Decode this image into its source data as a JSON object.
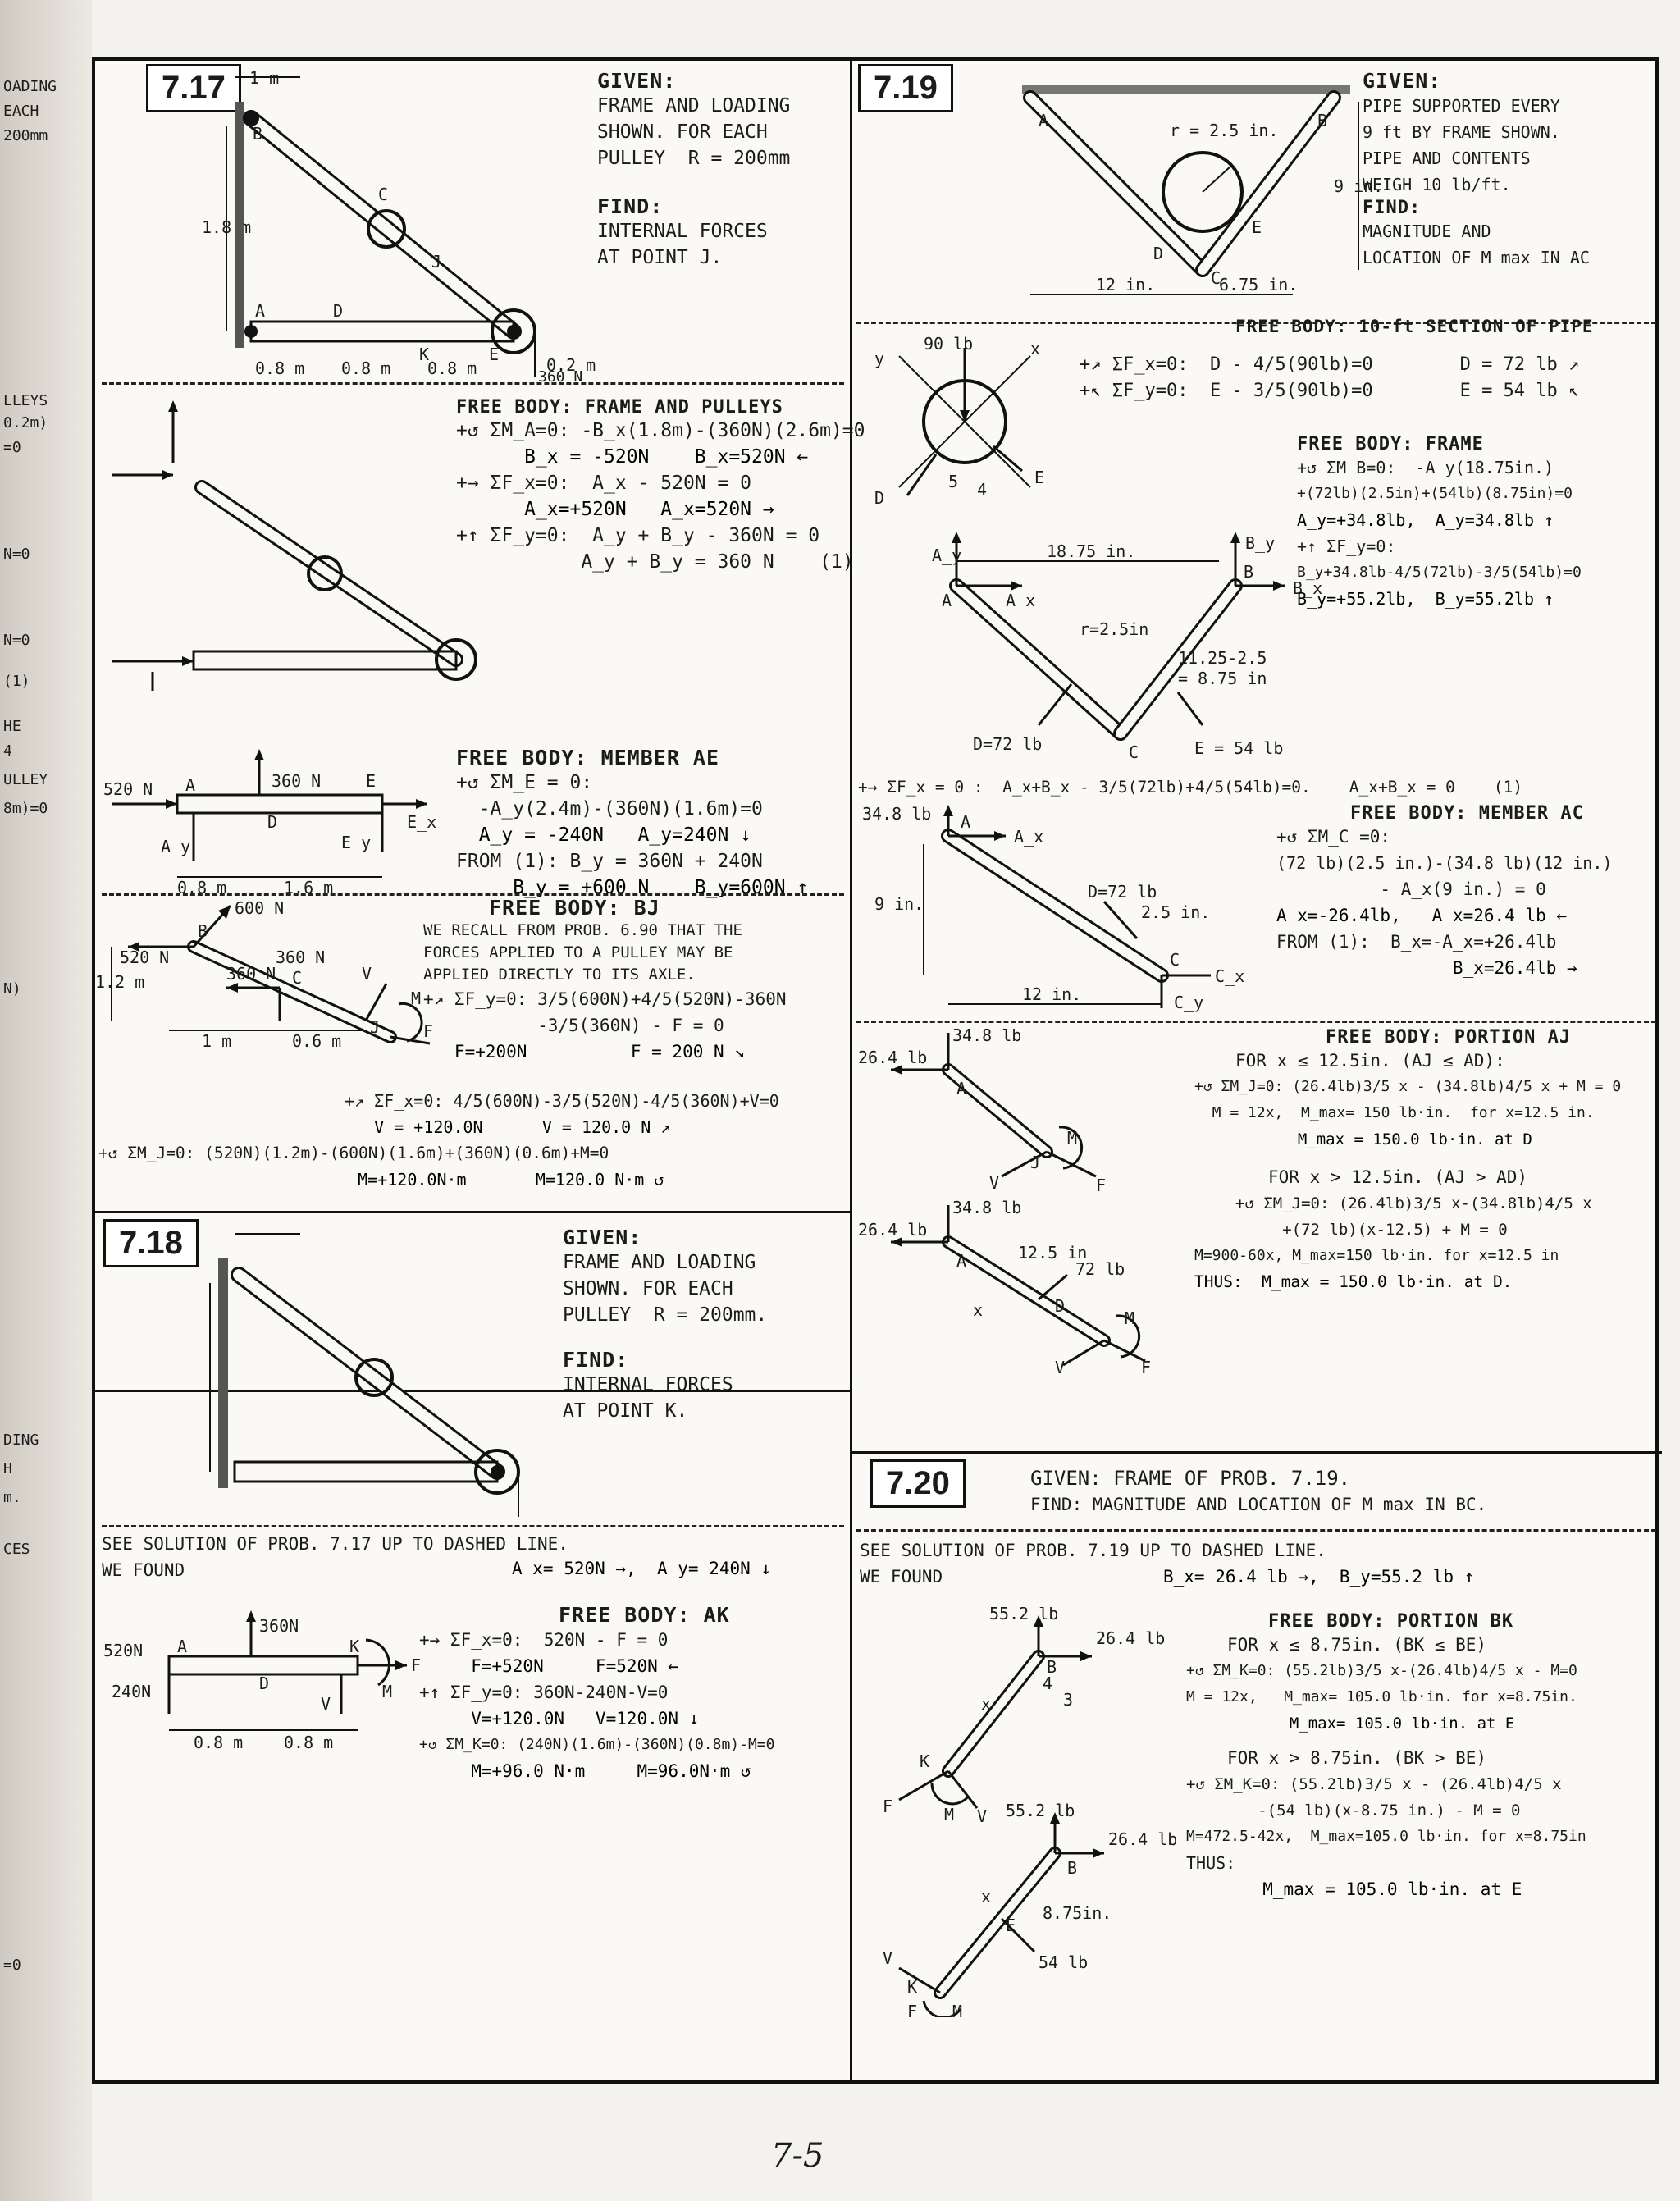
{
  "footer": "7-5",
  "margin_fragments": [
    "OADING",
    "EACH",
    "200mm",
    "LLEYS",
    "0.2m)",
    "=0",
    "N=0",
    "N=0",
    "(1)",
    "HE",
    "4",
    "ULLEY",
    "8m)=0",
    "N)",
    "DING",
    "H",
    "m.",
    "CES",
    "=0"
  ],
  "p717": {
    "number": "7.17",
    "given_title": "GIVEN:",
    "given_lines": [
      "FRAME AND LOADING",
      "SHOWN. FOR EACH",
      "PULLEY  R = 200mm"
    ],
    "find_title": "FIND:",
    "find_lines": [
      "INTERNAL FORCES",
      "AT POINT J."
    ],
    "fig_labels": {
      "dim_top": "1 m",
      "dim_side": "1.8 m",
      "seg1": "0.8 m",
      "seg2": "0.8 m",
      "seg3": "0.8 m",
      "offset": "0.2 m",
      "load": "360 N",
      "B": "B",
      "C": "C",
      "A": "A",
      "D": "D",
      "J": "J",
      "K": "K",
      "E": "E"
    },
    "fb1_title": "FREE BODY: FRAME AND PULLEYS",
    "fb1_lines": [
      "+↺ ΣM_A=0: -B_x(1.8m)-(360N)(2.6m)=0",
      "      B_x = -520N    B_x=520N ←",
      "+→ ΣF_x=0:  A_x - 520N = 0",
      "      A_x=+520N   A_x=520N →",
      "+↑ ΣF_y=0:  A_y + B_y - 360N = 0",
      "           A_y + B_y = 360 N    (1)"
    ],
    "fb2_title": "FREE BODY: MEMBER AE",
    "fb2_lines": [
      "+↺ ΣM_E = 0:",
      "  -A_y(2.4m)-(360N)(1.6m)=0",
      "  A_y = -240N   A_y=240N ↓",
      "FROM (1): B_y = 360N + 240N",
      "     B_y = +600 N    B_y=600N ↑"
    ],
    "fb2_fig": {
      "load": "360 N",
      "force": "520 N",
      "A": "A",
      "D": "D",
      "E": "E",
      "Ex": "E_x",
      "Ey": "E_y",
      "Ay": "A_y",
      "d1": "0.8 m",
      "d2": "1.6 m"
    },
    "fb3_title": "FREE BODY: BJ",
    "fb3_lines": [
      "WE RECALL FROM PROB. 6.90 THAT THE",
      "FORCES APPLIED TO A PULLEY MAY BE",
      "APPLIED DIRECTLY TO ITS AXLE.",
      "+↗ ΣF_y=0: 3/5(600N)+4/5(520N)-360N",
      "           -3/5(360N) - F = 0",
      "   F=+200N          F = 200 N ↘",
      "+↗ ΣF_x=0: 4/5(600N)-3/5(520N)-4/5(360N)+V=0",
      "   V = +120.0N      V = 120.0 N ↗",
      "+↺ ΣM_J=0: (520N)(1.2m)-(600N)(1.6m)+(360N)(0.6m)+M=0",
      "   M=+120.0N·m       M=120.0 N·m ↺"
    ],
    "fb3_fig": {
      "f1": "600 N",
      "f2": "360 N",
      "f3": "520 N",
      "f4": "360 N",
      "B": "B",
      "C": "C",
      "J": "J",
      "F": "F",
      "V": "V",
      "M": "M",
      "d1": "1 m",
      "d2": "0.6 m",
      "h": "1.2 m"
    }
  },
  "p718": {
    "number": "7.18",
    "given_title": "GIVEN:",
    "given_lines": [
      "FRAME AND LOADING",
      "SHOWN. FOR EACH",
      "PULLEY  R = 200mm."
    ],
    "find_title": "FIND:",
    "find_lines": [
      "INTERNAL FORCES",
      "AT POINT K."
    ],
    "see": "SEE SOLUTION OF PROB. 7.17 UP TO DASHED LINE.",
    "found": "WE FOUND",
    "found_values": "A_x= 520N →,  A_y= 240N ↓",
    "fb_title": "FREE BODY: AK",
    "fb_lines": [
      "+→ ΣF_x=0:  520N - F = 0",
      "     F=+520N     F=520N ←",
      "+↑ ΣF_y=0: 360N-240N-V=0",
      "     V=+120.0N   V=120.0N ↓",
      "+↺ ΣM_K=0: (240N)(1.6m)-(360N)(0.8m)-M=0",
      "     M=+96.0 N·m     M=96.0N·m ↺"
    ],
    "fb_fig": {
      "load": "360N",
      "f1": "520N",
      "f2": "240N",
      "A": "A",
      "D": "D",
      "K": "K",
      "F": "F",
      "V": "V",
      "M": "M",
      "d1": "0.8 m",
      "d2": "0.8 m"
    }
  },
  "p719": {
    "number": "7.19",
    "given_title": "GIVEN:",
    "given_lines": [
      "PIPE SUPPORTED EVERY",
      "9 ft BY FRAME SHOWN.",
      "PIPE AND CONTENTS",
      "WEIGH 10 lb/ft."
    ],
    "find_title": "FIND:",
    "find_lines": [
      "MAGNITUDE AND",
      "LOCATION OF M_max IN AC"
    ],
    "fig_labels": {
      "r": "r = 2.5 in.",
      "A": "A",
      "B": "B",
      "C": "C",
      "D": "D",
      "E": "E",
      "h": "9 in.",
      "w1": "12 in.",
      "w2": "6.75 in."
    },
    "fb_pipe_title": "FREE BODY: 10-ft SECTION OF PIPE",
    "fb_pipe_lines": [
      "+↗ ΣF_x=0:  D - 4/5(90lb)=0        D = 72 lb ↗",
      "+↖ ΣF_y=0:  E - 3/5(90lb)=0        E = 54 lb ↖"
    ],
    "pipe_fig": {
      "w": "90 lb",
      "x": "x",
      "y": "y",
      "D": "D",
      "E": "E",
      "r5": "5",
      "r4": "4"
    },
    "fb_frame_title": "FREE BODY: FRAME",
    "fb_frame_lines": [
      "+↺ ΣM_B=0:  -A_y(18.75in.)",
      "+(72lb)(2.5in)+(54lb)(8.75in)=0",
      "A_y=+34.8lb,  A_y=34.8lb ↑",
      "+↑ ΣF_y=0:",
      "B_y+34.8lb-4/5(72lb)-3/5(54lb)=0",
      "B_y=+55.2lb,  B_y=55.2lb ↑"
    ],
    "frame_fig": {
      "A": "A",
      "B": "B",
      "C": "C",
      "Ay": "A_y",
      "Ax": "A_x",
      "By": "B_y",
      "Bx": "B_x",
      "span": "18.75 in.",
      "r": "r=2.5in",
      "d": "11.25-2.5",
      "d2": "= 8.75 in",
      "D": "D=72 lb",
      "E": "E = 54 lb"
    },
    "sum_fx": "+→ ΣF_x = 0 :  A_x+B_x - 3/5(72lb)+4/5(54lb)=0.    A_x+B_x = 0    (1)",
    "fb_ac_title": "FREE BODY: MEMBER AC",
    "fb_ac_lines": [
      "+↺ ΣM_C =0:",
      "(72 lb)(2.5 in.)-(34.8 lb)(12 in.)",
      "          - A_x(9 in.) = 0",
      "A_x=-26.4lb,   A_x=26.4 lb ←",
      "FROM (1):  B_x=-A_x=+26.4lb",
      "                 B_x=26.4lb →"
    ],
    "ac_fig": {
      "Ay": "34.8 lb",
      "A": "A",
      "Ax": "A_x",
      "D": "D=72 lb",
      "r": "2.5 in.",
      "h": "9 in.",
      "w": "12 in.",
      "C": "C",
      "Cx": "C_x",
      "Cy": "C_y"
    },
    "fb_aj_title": "FREE BODY: PORTION AJ",
    "aj_case1_title": "FOR x ≤ 12.5in. (AJ ≤ AD):",
    "aj_case1_lines": [
      "+↺ ΣM_J=0: (26.4lb)3/5 x - (34.8lb)4/5 x + M = 0",
      "  M = 12x,  M_max= 150 lb·in.  for x=12.5 in.",
      "           M_max = 150.0 lb·in. at D"
    ],
    "aj_case2_title": "FOR x > 12.5in. (AJ > AD)",
    "aj_case2_lines": [
      "+↺ ΣM_J=0: (26.4lb)3/5 x-(34.8lb)4/5 x",
      "     +(72 lb)(x-12.5) + M = 0",
      "M=900-60x, M_max=150 lb·in. for x=12.5 in",
      "THUS:  M_max = 150.0 lb·in. at D."
    ],
    "aj_fig": {
      "f1": "26.4 lb",
      "f2": "34.8 lb",
      "A": "A",
      "J": "J",
      "M": "M",
      "V": "V",
      "F": "F",
      "x": "x",
      "d": "12.5 in",
      "w": "72 lb",
      "D": "D"
    }
  },
  "p720": {
    "number": "7.20",
    "given": "GIVEN: FRAME OF PROB. 7.19.",
    "find": "FIND: MAGNITUDE AND LOCATION OF M_max IN BC.",
    "see": "SEE SOLUTION OF PROB. 7.19 UP TO DASHED LINE.",
    "found": "WE FOUND",
    "found_values": "B_x= 26.4 lb →,  B_y=55.2 lb ↑",
    "fb_title": "FREE BODY: PORTION BK",
    "case1_title": "FOR x ≤ 8.75in. (BK ≤ BE)",
    "case1_lines": [
      "+↺ ΣM_K=0: (55.2lb)3/5 x-(26.4lb)4/5 x - M=0",
      "M = 12x,   M_max= 105.0 lb·in. for x=8.75in.",
      "           M_max= 105.0 lb·in. at E"
    ],
    "case2_title": "FOR x > 8.75in. (BK > BE)",
    "case2_lines": [
      "+↺ ΣM_K=0: (55.2lb)3/5 x - (26.4lb)4/5 x",
      "     -(54 lb)(x-8.75 in.) - M = 0",
      "M=472.5-42x,  M_max=105.0 lb·in. for x=8.75in",
      "THUS:",
      "     M_max = 105.0 lb·in. at E"
    ],
    "bk_fig": {
      "f1": "55.2 lb",
      "f2": "26.4 lb",
      "B": "B",
      "K": "K",
      "x": "x",
      "F": "F",
      "M": "M",
      "V": "V",
      "E": "E",
      "d": "8.75in.",
      "w": "54 lb",
      "r4": "4",
      "r3": "3"
    }
  }
}
